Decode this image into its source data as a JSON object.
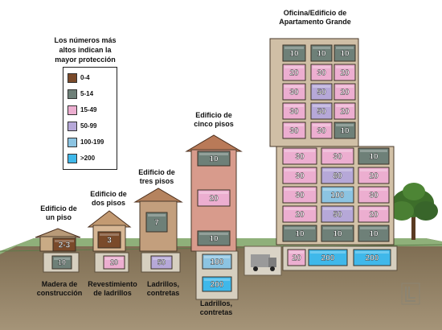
{
  "legend": {
    "title": [
      "Los números más",
      "altos indican la",
      "mayor protección"
    ],
    "items": [
      {
        "label": "0-4",
        "color": "#7a4a2a"
      },
      {
        "label": "5-14",
        "color": "#6e8078"
      },
      {
        "label": "15-49",
        "color": "#ecaed0"
      },
      {
        "label": "50-99",
        "color": "#b6a8d8"
      },
      {
        "label": "100-199",
        "color": "#8cc4e2"
      },
      {
        "label": ">200",
        "color": "#3fb8ea"
      }
    ]
  },
  "buildings": [
    {
      "id": "one-story",
      "title": [
        "Edificio de",
        "un piso"
      ],
      "floor_values": [
        "2-3"
      ],
      "basement_values": [
        "10"
      ],
      "caption": [
        "Madera de",
        "construcción"
      ]
    },
    {
      "id": "two-story",
      "title": [
        "Edificio de",
        "dos pisos"
      ],
      "floor_values": [
        "3"
      ],
      "basement_values": [
        "20"
      ],
      "caption": [
        "Revestimiento",
        "de ladrillos"
      ]
    },
    {
      "id": "three-story",
      "title": [
        "Edificio de",
        "tres pisos"
      ],
      "floor_values": [
        "7"
      ],
      "basement_values": [
        "50"
      ],
      "caption": [
        "Ladrillos,",
        "contretas"
      ]
    },
    {
      "id": "five-story",
      "title": [
        "Edificio de",
        "cinco pisos"
      ],
      "floor_values": [
        "10",
        "20",
        "10"
      ],
      "basement_values": [
        "100",
        "200"
      ],
      "caption": [
        "Ladrillos,",
        "contretas"
      ]
    },
    {
      "id": "office",
      "title": [
        "Oficina/Edificio de",
        "Apartamento Grande"
      ],
      "tower_rows": [
        [
          "10",
          "10",
          "10"
        ],
        [
          "20",
          "30",
          "20"
        ],
        [
          "30",
          "50",
          "20"
        ],
        [
          "30",
          "50",
          "20"
        ],
        [
          "30",
          "30",
          "10"
        ]
      ],
      "wide_rows": [
        [
          "30",
          "30",
          "10"
        ],
        [
          "30",
          "80",
          "20"
        ],
        [
          "30",
          "100",
          "30"
        ],
        [
          "20",
          "50",
          "20"
        ],
        [
          "10",
          "10",
          "10"
        ]
      ],
      "basement_values": [
        "20",
        "200",
        "200"
      ]
    }
  ]
}
